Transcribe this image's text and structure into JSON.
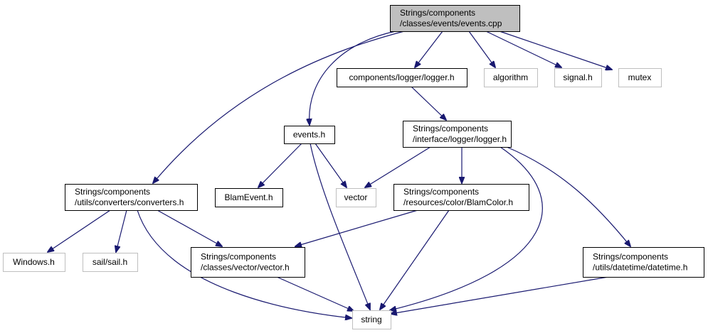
{
  "diagram": {
    "type": "include-dependency-graph",
    "colors": {
      "edge": "#191970",
      "root_fill": "#bfbfbf",
      "documented_border": "#000000",
      "external_border": "#bfbfbf"
    },
    "nodes": [
      {
        "id": "events_cpp",
        "kind": "root",
        "lines": [
          "Strings/components",
          "/classes/events/events.cpp"
        ]
      },
      {
        "id": "logger_h",
        "kind": "doc",
        "lines": [
          "components/logger/logger.h"
        ]
      },
      {
        "id": "algorithm",
        "kind": "ext",
        "lines": [
          "algorithm"
        ]
      },
      {
        "id": "signal_h",
        "kind": "ext",
        "lines": [
          "signal.h"
        ]
      },
      {
        "id": "mutex",
        "kind": "ext",
        "lines": [
          "mutex"
        ]
      },
      {
        "id": "events_h",
        "kind": "doc",
        "lines": [
          "events.h"
        ]
      },
      {
        "id": "iface_logger_h",
        "kind": "doc",
        "lines": [
          "Strings/components",
          "/interface/logger/logger.h"
        ]
      },
      {
        "id": "converters_h",
        "kind": "doc",
        "lines": [
          "Strings/components",
          "/utils/converters/converters.h"
        ]
      },
      {
        "id": "blamevent_h",
        "kind": "doc",
        "lines": [
          "BlamEvent.h"
        ]
      },
      {
        "id": "vector",
        "kind": "ext",
        "lines": [
          "vector"
        ]
      },
      {
        "id": "blamcolor_h",
        "kind": "doc",
        "lines": [
          "Strings/components",
          "/resources/color/BlamColor.h"
        ]
      },
      {
        "id": "windows_h",
        "kind": "ext",
        "lines": [
          "Windows.h"
        ]
      },
      {
        "id": "sail_h",
        "kind": "ext",
        "lines": [
          "sail/sail.h"
        ]
      },
      {
        "id": "vector_h",
        "kind": "doc",
        "lines": [
          "Strings/components",
          "/classes/vector/vector.h"
        ]
      },
      {
        "id": "datetime_h",
        "kind": "doc",
        "lines": [
          "Strings/components",
          "/utils/datetime/datetime.h"
        ]
      },
      {
        "id": "string",
        "kind": "ext",
        "lines": [
          "string"
        ]
      }
    ],
    "edges": [
      {
        "from": "events_cpp",
        "to": "converters_h"
      },
      {
        "from": "events_cpp",
        "to": "events_h"
      },
      {
        "from": "events_cpp",
        "to": "logger_h"
      },
      {
        "from": "events_cpp",
        "to": "algorithm"
      },
      {
        "from": "events_cpp",
        "to": "signal_h"
      },
      {
        "from": "events_cpp",
        "to": "mutex"
      },
      {
        "from": "logger_h",
        "to": "iface_logger_h"
      },
      {
        "from": "events_h",
        "to": "blamevent_h"
      },
      {
        "from": "events_h",
        "to": "vector"
      },
      {
        "from": "events_h",
        "to": "string"
      },
      {
        "from": "iface_logger_h",
        "to": "vector"
      },
      {
        "from": "iface_logger_h",
        "to": "blamcolor_h"
      },
      {
        "from": "iface_logger_h",
        "to": "string"
      },
      {
        "from": "iface_logger_h",
        "to": "datetime_h"
      },
      {
        "from": "converters_h",
        "to": "windows_h"
      },
      {
        "from": "converters_h",
        "to": "sail_h"
      },
      {
        "from": "converters_h",
        "to": "string"
      },
      {
        "from": "converters_h",
        "to": "vector_h"
      },
      {
        "from": "blamcolor_h",
        "to": "vector_h"
      },
      {
        "from": "blamcolor_h",
        "to": "string"
      },
      {
        "from": "vector_h",
        "to": "string"
      },
      {
        "from": "datetime_h",
        "to": "string"
      }
    ]
  }
}
